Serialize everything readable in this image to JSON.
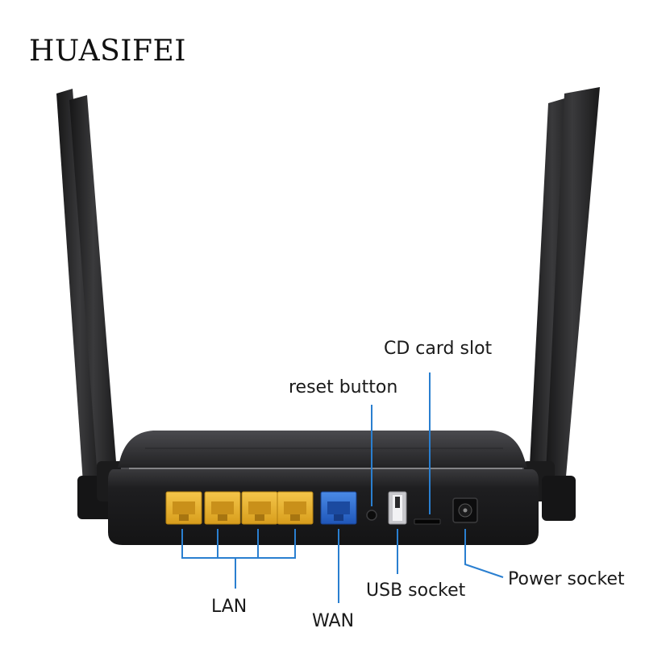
{
  "brand": {
    "text": "HUASIFEI"
  },
  "callouts": {
    "cd_card_slot": "CD card slot",
    "reset_button": "reset button",
    "lan": "LAN",
    "wan": "WAN",
    "usb_socket": "USB socket",
    "power_socket": "Power socket"
  },
  "colors": {
    "callout_line": "#2a7fd0",
    "lan_port": "#e8b531",
    "wan_port": "#2f6fd6",
    "router_body": "#1c1c1e",
    "antenna": "#202022"
  }
}
